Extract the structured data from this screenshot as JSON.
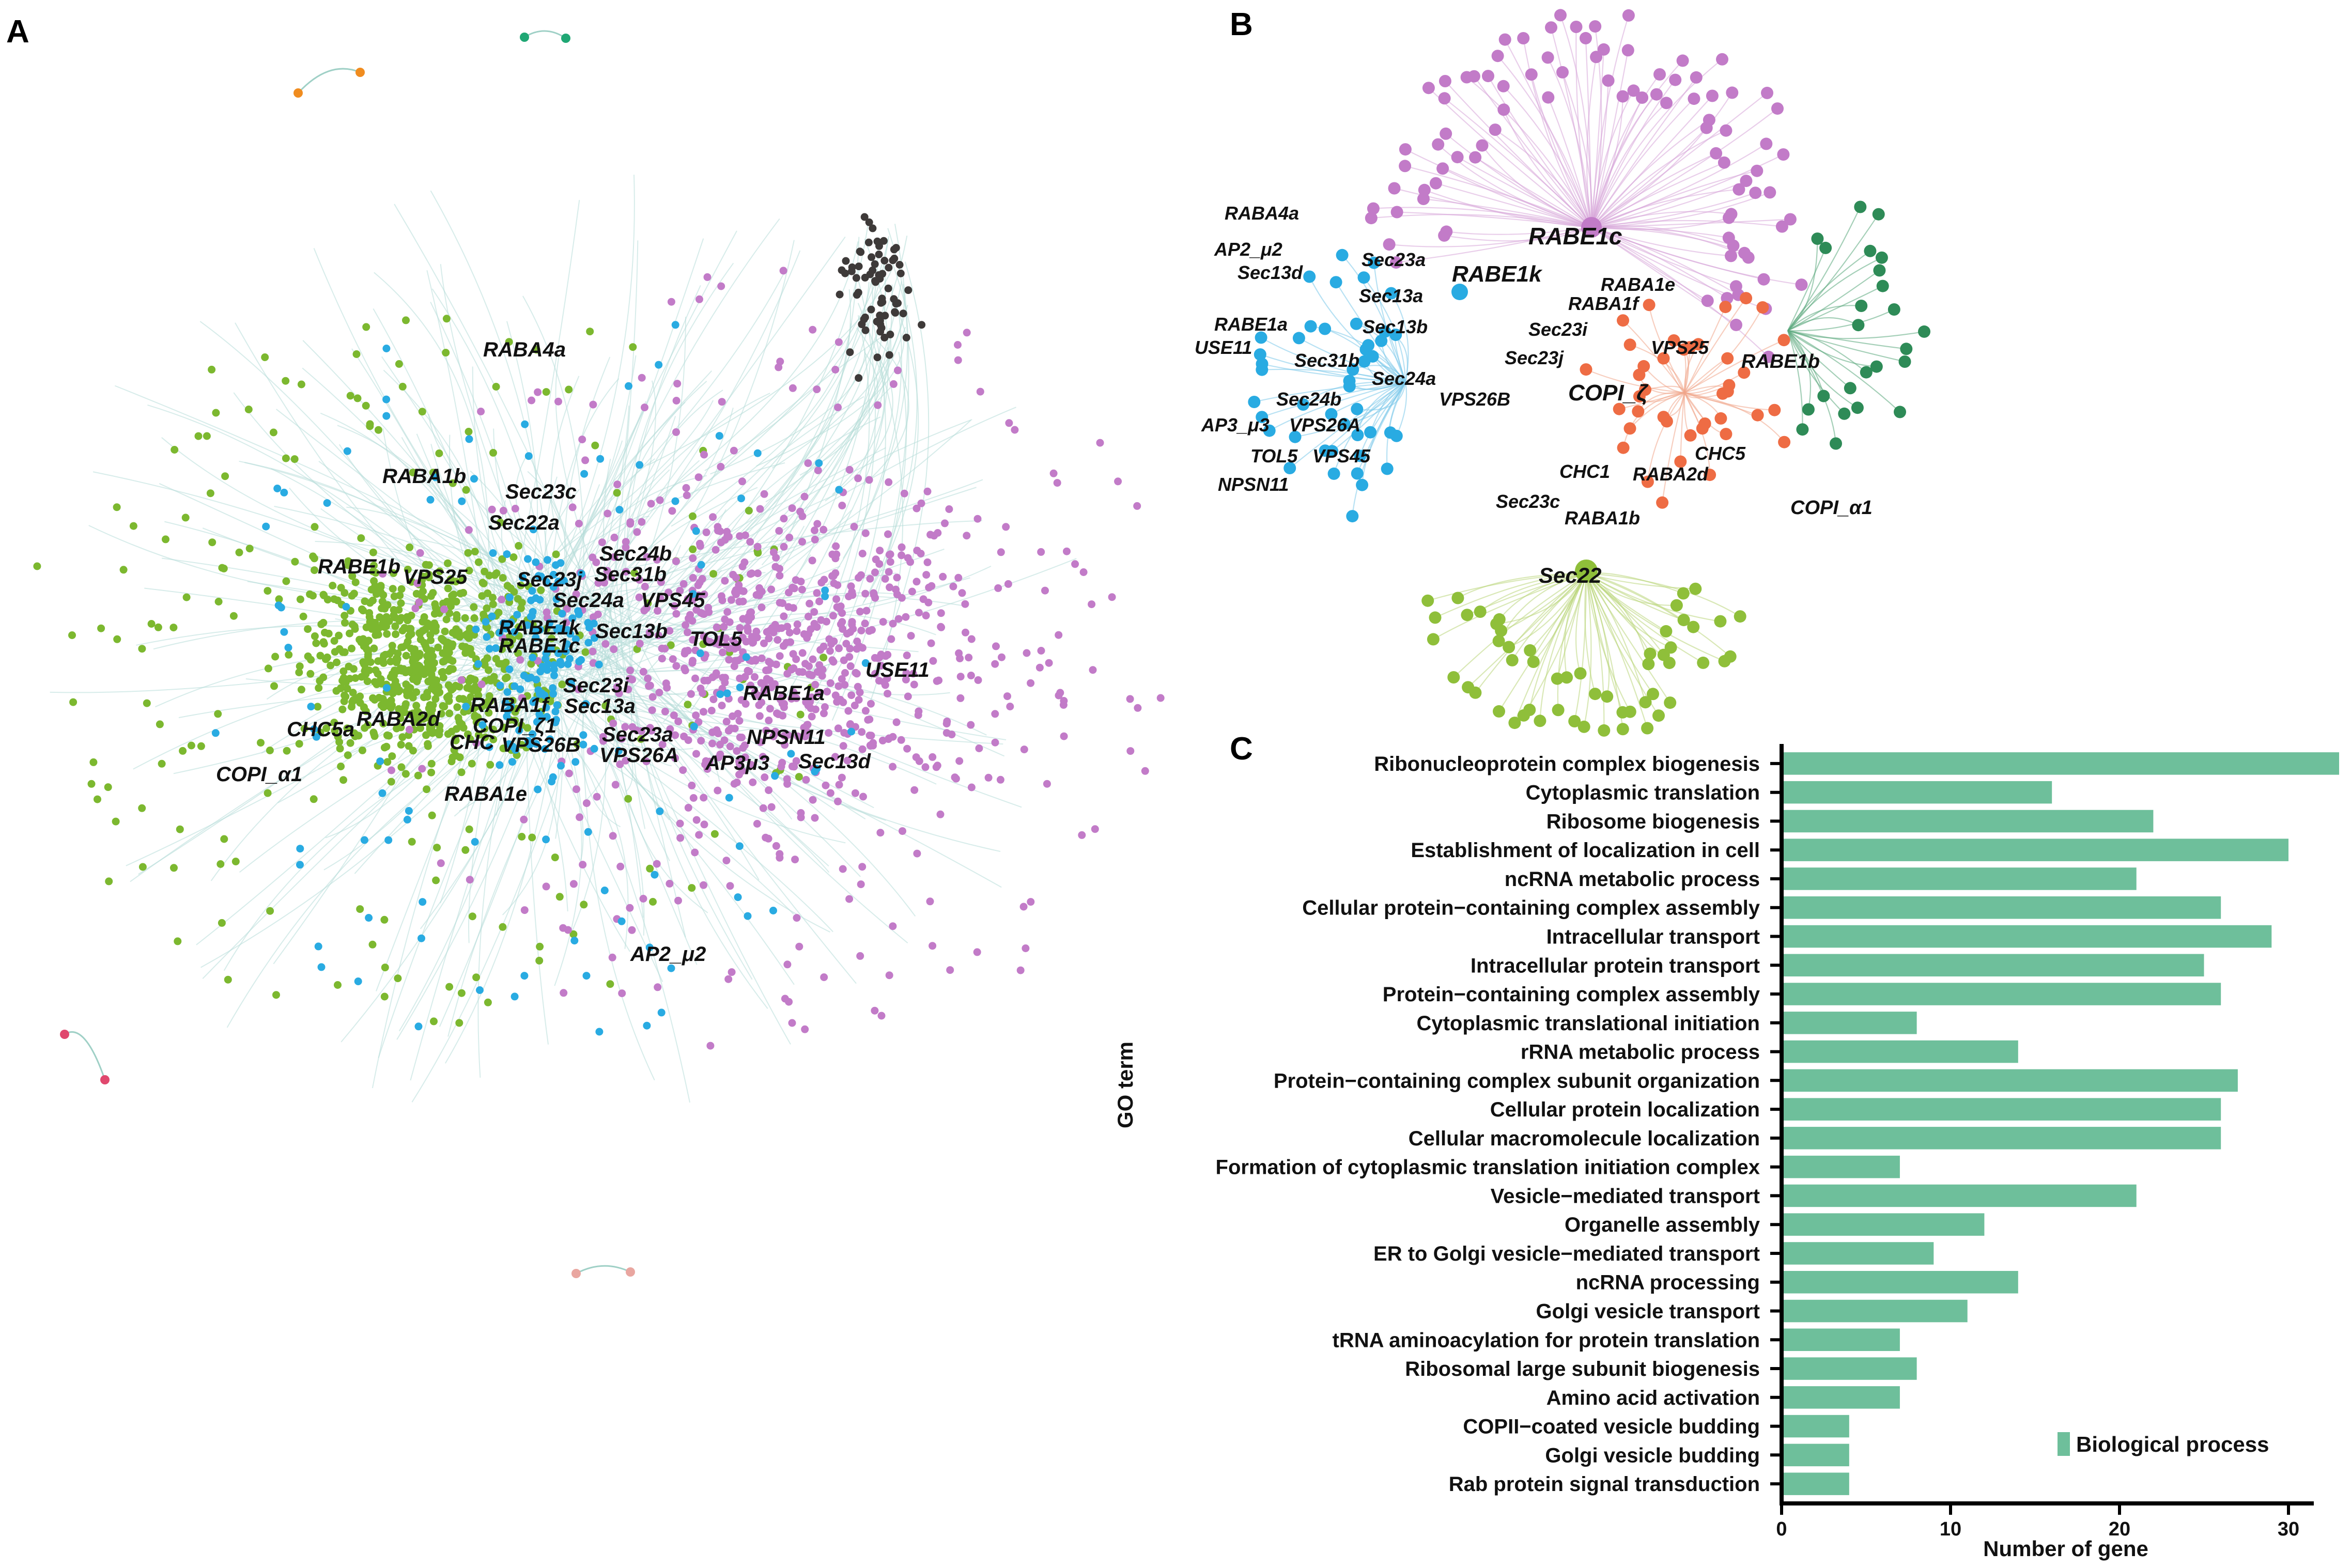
{
  "panels": {
    "a": "A",
    "b": "B",
    "c": "C"
  },
  "colors": {
    "green": "#7cb82f",
    "blue": "#29abe2",
    "purple": "#c27bc8",
    "dark": "#3e3a39",
    "orange": "#ee6c44",
    "teal": "#2e8b57",
    "olive": "#8fbf3a",
    "edge": "#b7ddd9",
    "bar": "#6ebf9b"
  },
  "network_a": {
    "labels": [
      "RABA4a",
      "RABA1b",
      "Sec23c",
      "Sec22a",
      "RABE1b",
      "VPS25",
      "Sec23j",
      "Sec24b",
      "Sec31b",
      "Sec24a",
      "VPS45",
      "RABE1k",
      "RABE1c",
      "Sec13b",
      "TOL5",
      "USE11",
      "Sec23i",
      "RABA1f",
      "Sec13a",
      "RABE1a",
      "COPI_ζ1",
      "CHC5a",
      "RABA2d",
      "CHC",
      "VPS26B",
      "Sec23a",
      "NPSN11",
      "VPS26A",
      "AP3μ3",
      "Sec13d",
      "COPI_α1",
      "RABA1e",
      "AP2_μ2"
    ]
  },
  "network_b": {
    "labels": [
      "RABA4a",
      "RABE1c",
      "AP2_μ2",
      "Sec23a",
      "Sec13d",
      "RABE1k",
      "RABA1e",
      "Sec13a",
      "RABA1f",
      "RABE1a",
      "Sec13b",
      "Sec23i",
      "USE11",
      "VPS25",
      "RABE1b",
      "Sec31b",
      "Sec23j",
      "Sec24a",
      "Sec24b",
      "VPS26B",
      "COPI_ζ",
      "AP3_μ3",
      "VPS26A",
      "TOL5",
      "VPS45",
      "CHC5",
      "NPSN11",
      "CHC1",
      "RABA2d",
      "Sec23c",
      "COPI_α1",
      "RABA1b",
      "Sec22"
    ]
  },
  "chart_data": {
    "type": "bar",
    "orientation": "horizontal",
    "categories": [
      "Ribonucleoprotein complex biogenesis",
      "Cytoplasmic translation",
      "Ribosome biogenesis",
      "Establishment of localization in cell",
      "ncRNA metabolic process",
      "Cellular protein−containing complex assembly",
      "Intracellular transport",
      "Intracellular protein transport",
      "Protein−containing complex assembly",
      "Cytoplasmic translational initiation",
      "rRNA metabolic process",
      "Protein−containing complex subunit organization",
      "Cellular protein localization",
      "Cellular macromolecule localization",
      "Formation of cytoplasmic translation initiation complex",
      "Vesicle−mediated transport",
      "Organelle assembly",
      "ER to Golgi vesicle−mediated transport",
      "ncRNA processing",
      "Golgi vesicle transport",
      "tRNA aminoacylation for protein translation",
      "Ribosomal large subunit biogenesis",
      "Amino acid activation",
      "COPII−coated vesicle budding",
      "Golgi vesicle budding",
      "Rab protein signal transduction"
    ],
    "values": [
      33,
      16,
      22,
      30,
      21,
      26,
      29,
      25,
      26,
      8,
      14,
      27,
      26,
      26,
      7,
      21,
      12,
      9,
      14,
      11,
      7,
      8,
      7,
      4,
      4,
      4
    ],
    "xlabel": "Number of gene",
    "ylabel": "GO term",
    "xlim": [
      0,
      31.5
    ],
    "xticks": [
      0,
      10,
      20,
      30
    ],
    "legend": "Biological process",
    "legend_position": "bottom-right",
    "grid": false
  }
}
